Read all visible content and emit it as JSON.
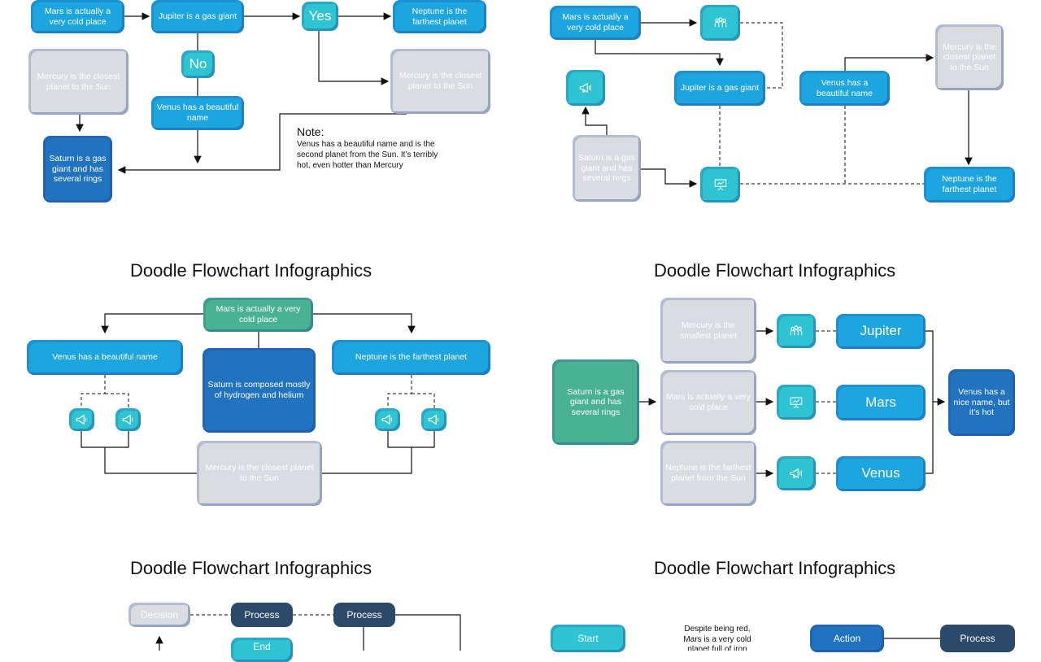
{
  "slide1": {
    "mars": "Mars is actually a very cold place",
    "jupiter": "Jupiter is a gas giant",
    "yes": "Yes",
    "neptune": "Neptune is the farthest planet",
    "mercury_left": "Mercury is the closest planet to the Sun",
    "no": "No",
    "mercury_right": "Mercury is the closest planet to the Sun",
    "venus": "Venus has a beautiful name",
    "saturn": "Saturn is a gas giant and has several rings",
    "note_title": "Note:",
    "note_body": "Venus has a beautiful name and is the second planet from the Sun. It’s terribly hot, even hotter than Mercury"
  },
  "slide2": {
    "mars": "Mars is actually a very cold place",
    "jupiter": "Jupiter is a gas giant",
    "venus": "Venus has a beautiful name",
    "mercury": "Mercury is the closest planet to the Sun",
    "saturn": "Saturn is a gas giant and has several rings",
    "neptune": "Neptune is the farthest planet"
  },
  "slide3": {
    "title": "Doodle Flowchart Infographics",
    "mars": "Mars is actually a very cold place",
    "venus": "Venus has a beautiful name",
    "saturn": "Saturn is composed mostly of hydrogen and helium",
    "neptune": "Neptune is the farthest planet",
    "mercury": "Mercury is the closest planet to the Sun"
  },
  "slide4": {
    "title": "Doodle Flowchart Infographics",
    "mercury": "Mercury is the smallest planet",
    "mars_small": "Mars is actually a very cold place",
    "neptune": "Neptune is the farthest planet from the Sun",
    "saturn": "Saturn is a gas giant and has several rings",
    "jupiter": "Jupiter",
    "mars": "Mars",
    "venus": "Venus",
    "venus_note": "Venus has a nice name, but it’s hot"
  },
  "slide5": {
    "title": "Doodle Flowchart Infographics",
    "decision": "Decision",
    "process1": "Process",
    "process2": "Process",
    "end": "End"
  },
  "slide6": {
    "title": "Doodle Flowchart Infographics",
    "start": "Start",
    "mars_note": "Despite being red, Mars is a very cold planet full of iron",
    "action": "Action",
    "process": "Process"
  },
  "icons": [
    "team-icon",
    "megaphone-icon",
    "presentation-icon"
  ],
  "colors": {
    "blue": "#1da5e0",
    "dark_blue": "#2273bf",
    "teal": "#2fc4d4",
    "green": "#49b293",
    "grey": "#d9dce1",
    "navy": "#2b4a6a"
  }
}
